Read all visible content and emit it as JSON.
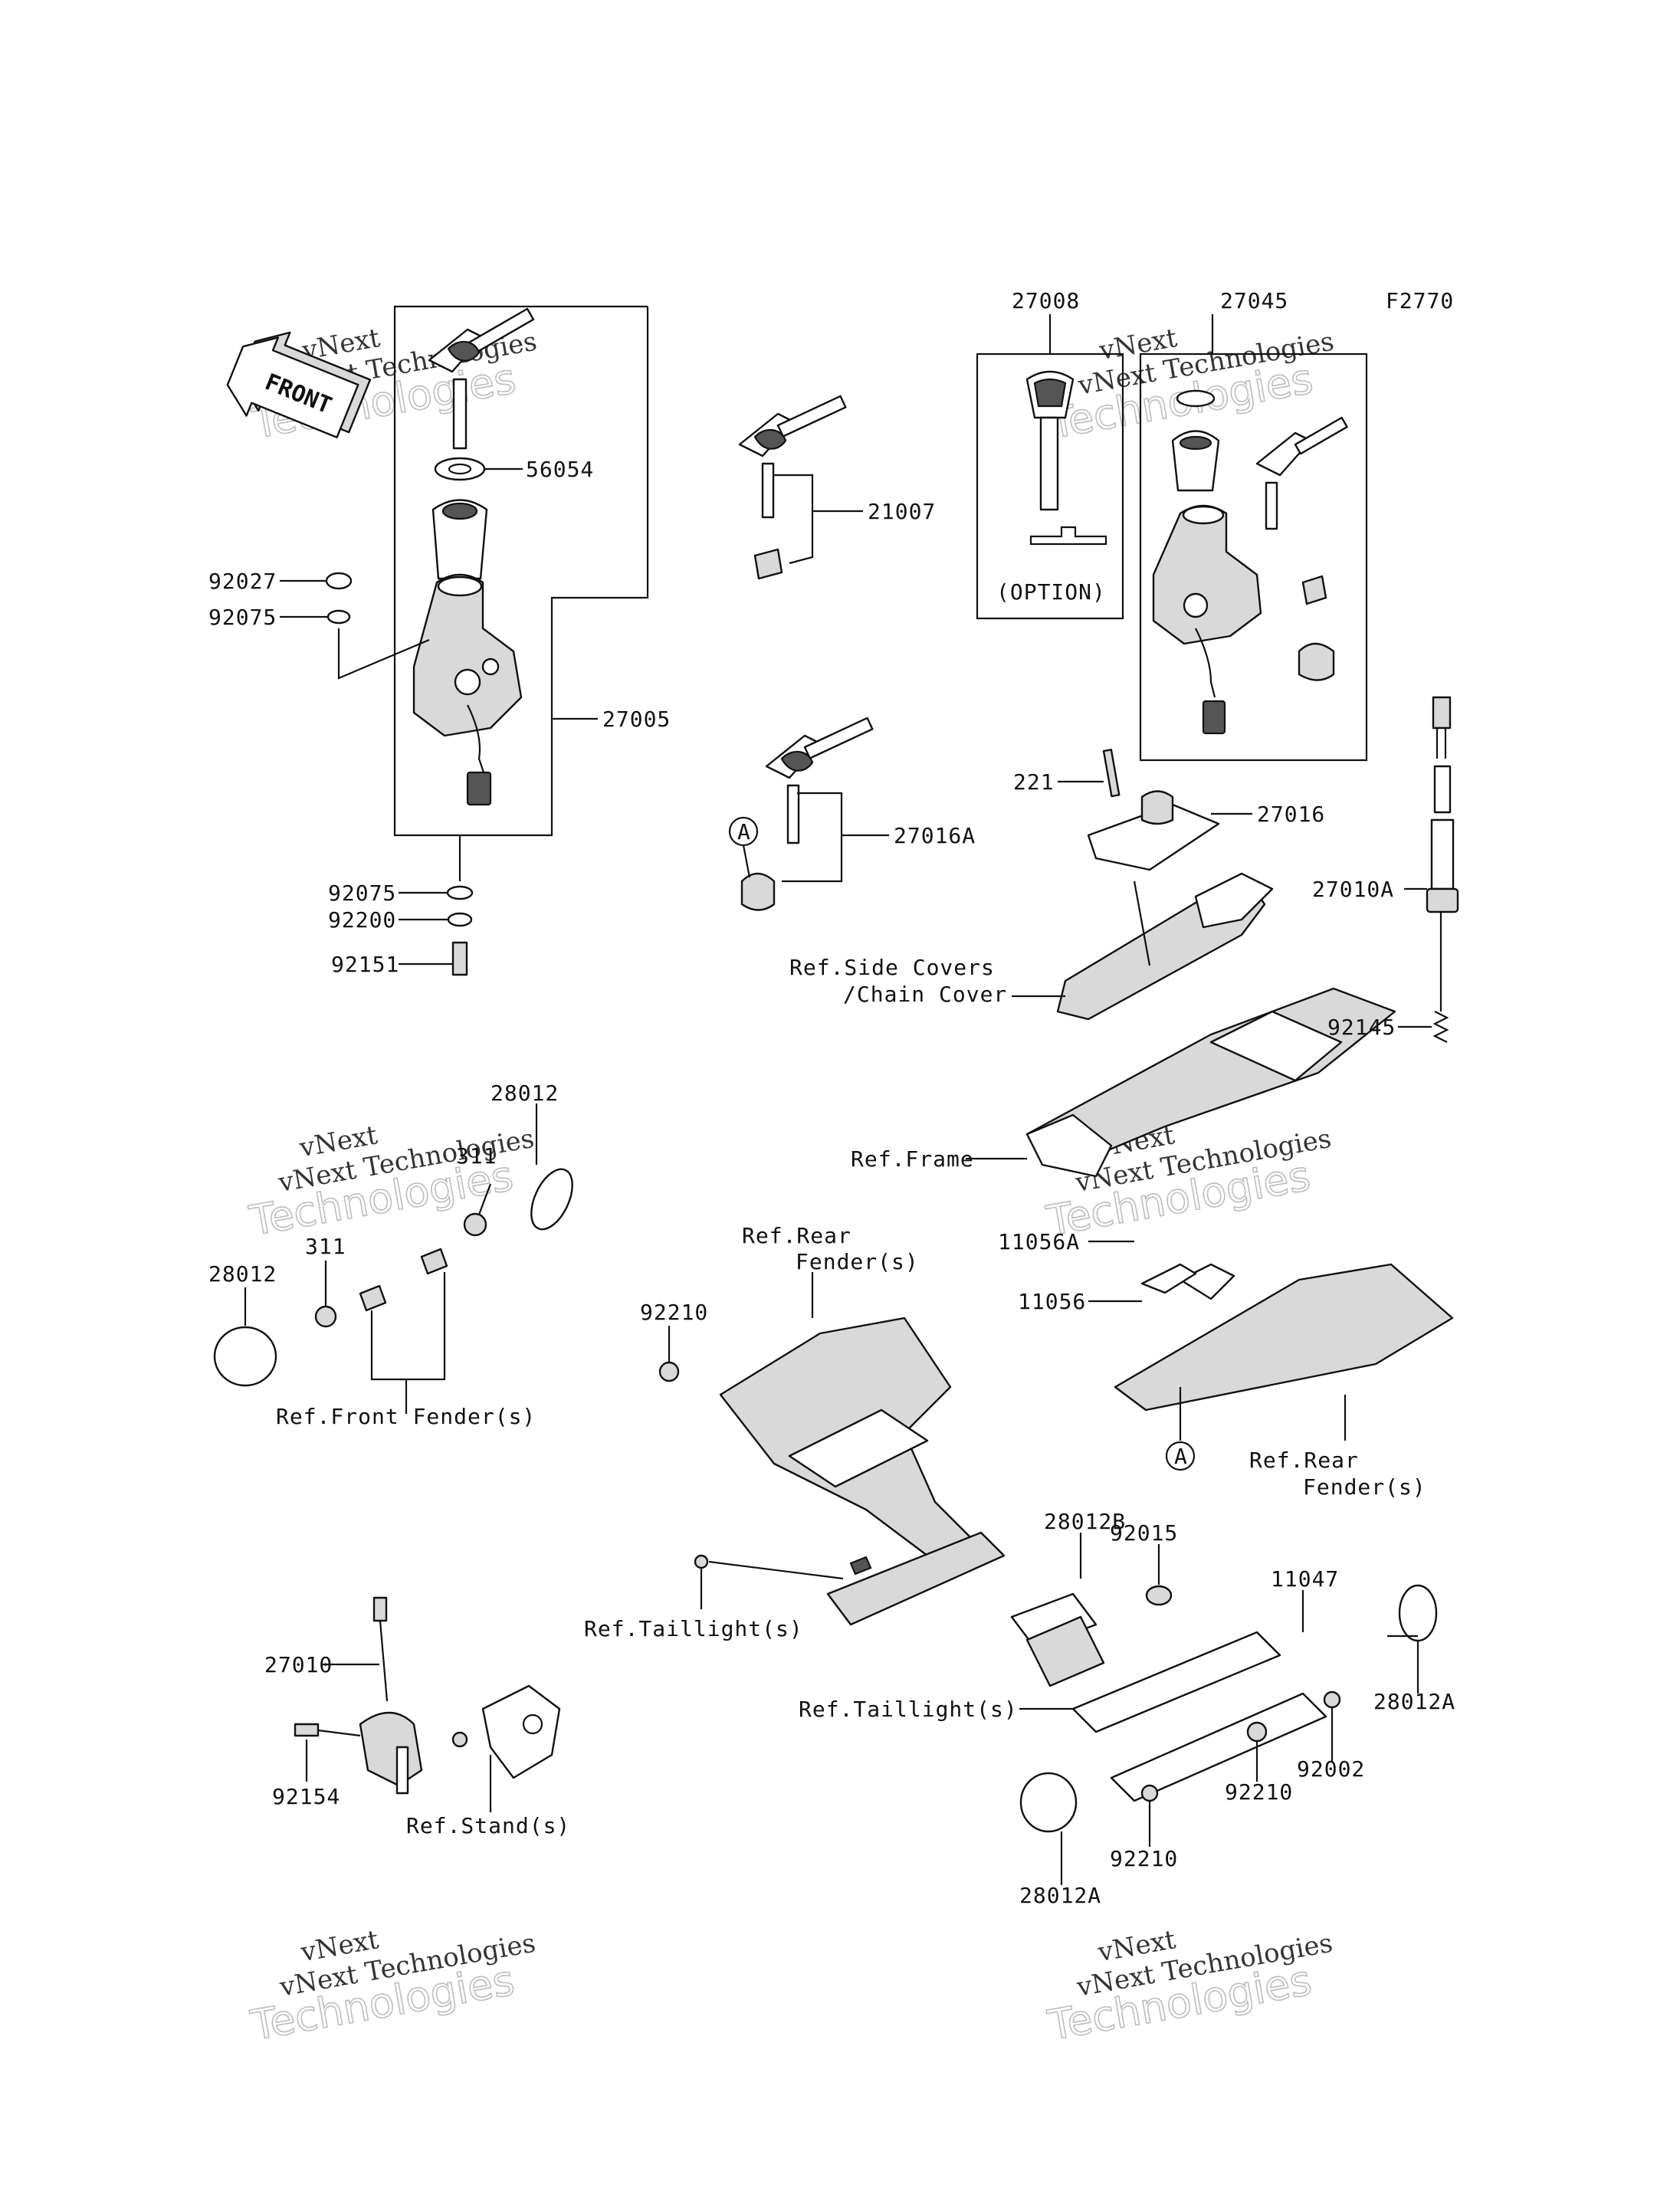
{
  "figure_code": "F2770",
  "front_arrow": "FRONT",
  "watermark": {
    "line1": "vNext",
    "line2": "vNext Technologies",
    "line3": "Technologies"
  },
  "part_labels": {
    "p56054": "56054",
    "p92027": "92027",
    "p92075a": "92075",
    "p27005": "27005",
    "p92075b": "92075",
    "p92200": "92200",
    "p92151": "92151",
    "p21007": "21007",
    "p27016A": "27016A",
    "p27008": "27008",
    "p27045": "27045",
    "option": "(OPTION)",
    "p221": "221",
    "p27016": "27016",
    "p27010A": "27010A",
    "p92145": "92145",
    "p28012_top": "28012",
    "p311_top": "311",
    "p311": "311",
    "p28012_left": "28012",
    "p92210_top": "92210",
    "p11056A": "11056A",
    "p11056": "11056",
    "p28012B": "28012B",
    "p92015": "92015",
    "p11047": "11047",
    "p28012A_right": "28012A",
    "p92002": "92002",
    "p92210_mid": "92210",
    "p92210_bot": "92210",
    "p28012A_bot": "28012A",
    "p27010": "27010",
    "p92154": "92154",
    "callout_a": "A"
  },
  "references": {
    "side_covers_1": "Ref.Side Covers",
    "side_covers_2": "/Chain Cover",
    "frame": "Ref.Frame",
    "rear_fender_top_1": "Ref.Rear",
    "rear_fender_top_2": "Fender(s)",
    "rear_fender_right_1": "Ref.Rear",
    "rear_fender_right_2": "Fender(s)",
    "front_fender": "Ref.Front Fender(s)",
    "taillight_1": "Ref.Taillight(s)",
    "taillight_2": "Ref.Taillight(s)",
    "stand": "Ref.Stand(s)"
  }
}
